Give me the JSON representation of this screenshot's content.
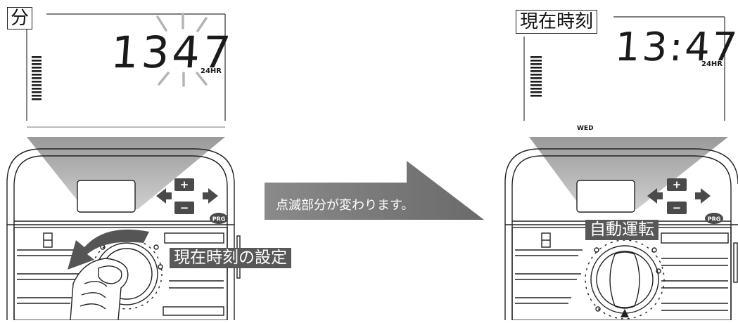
{
  "left_panel": {
    "mode_label": "分",
    "clock_digits": "1347",
    "format_label": "24HR",
    "dial_label": "現在時刻の設定"
  },
  "arrow": {
    "caption": "点滅部分が変わります。"
  },
  "right_panel": {
    "mode_label": "現在時刻",
    "clock_time": "13:47",
    "format_label": "24HR",
    "day_label": "WED",
    "dial_label": "自動運転"
  },
  "controller": {
    "plus_symbol": "+",
    "minus_symbol": "−",
    "prg_label": "PRG"
  },
  "colors": {
    "outline": "#222222",
    "lcd_digit": "#1a1a1a",
    "blink_ray": "#b4b4b4",
    "callout_gray": "#a8a8a8",
    "label_dark": "#585858",
    "button_dark": "#4a4a4a"
  }
}
